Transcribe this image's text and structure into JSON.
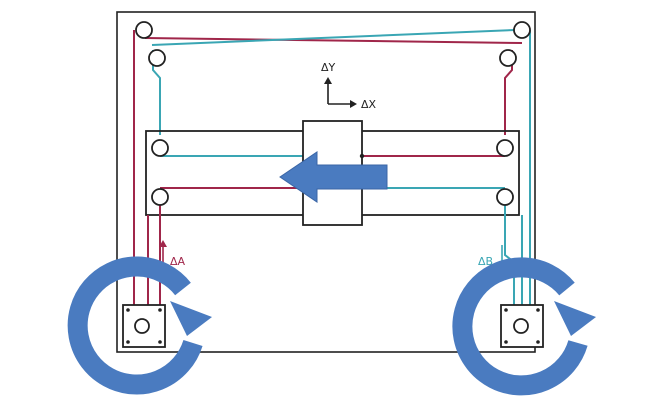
{
  "labels": {
    "delta_y": "ΔY",
    "delta_x": "ΔX",
    "delta_a": "ΔA",
    "delta_b": "ΔB"
  },
  "colors": {
    "belt_a": "#a0264a",
    "belt_b": "#3aa6b4",
    "arrow_fill": "#4a7bc0",
    "frame_stroke": "#222222",
    "label_a": "#a0264a",
    "label_b": "#3aa6b4"
  },
  "icons": {
    "carriage_arrow": "left-arrow",
    "motor_rotation_left": "clockwise-rotation-icon",
    "motor_rotation_right": "clockwise-rotation-icon",
    "axis_indicator": "xy-axes-icon"
  }
}
